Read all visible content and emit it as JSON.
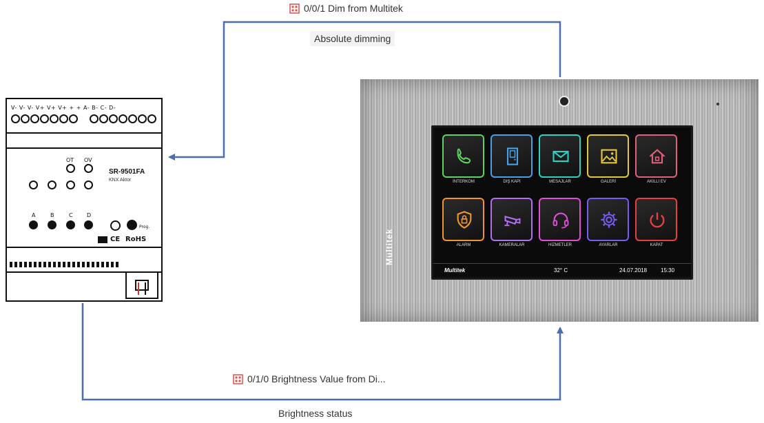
{
  "top_link": {
    "group_address": "0/0/1 Dim from Multitek",
    "function": "Absolute dimming"
  },
  "bottom_link": {
    "group_address": "0/1/0 Brightness Value from Di...",
    "function": "Brightness status"
  },
  "colors": {
    "arrow": "#4a6fae",
    "icon": "#d9534f"
  },
  "actuator": {
    "model": "SR-9501FA",
    "subtitle": "KNX Aktor",
    "top_terminals": "V- V- V- V+ V+ V+     +  +  A- B- C- D-",
    "led_labels": [
      "OT",
      "OV"
    ],
    "channel_labels": [
      "A",
      "B",
      "C",
      "D"
    ],
    "prog_label": "Prog.",
    "cert_label": "RoHS",
    "ce_label": "CE"
  },
  "panel": {
    "brand": "Multitek",
    "apps_row1": [
      {
        "label": "İNTERKOM",
        "icon": "phone-icon",
        "color": "#5fd35f"
      },
      {
        "label": "DIŞ KAPI",
        "icon": "door-icon",
        "color": "#4aa0e6"
      },
      {
        "label": "MESAJLAR",
        "icon": "envelope-icon",
        "color": "#2ed1c4"
      },
      {
        "label": "GALERİ",
        "icon": "image-icon",
        "color": "#e6c83a"
      },
      {
        "label": "AKILLI EV",
        "icon": "home-icon",
        "color": "#e0607e"
      }
    ],
    "apps_row2": [
      {
        "label": "ALARM",
        "icon": "shield-lock-icon",
        "color": "#f0962e"
      },
      {
        "label": "KAMERALAR",
        "icon": "camera-icon",
        "color": "#b070f0"
      },
      {
        "label": "HİZMETLER",
        "icon": "headset-icon",
        "color": "#e04fd8"
      },
      {
        "label": "AYARLAR",
        "icon": "gear-icon",
        "color": "#7a5cf0"
      },
      {
        "label": "KAPAT",
        "icon": "power-icon",
        "color": "#e84040"
      }
    ],
    "status_brand": "Multitek",
    "temperature": "32° C",
    "date": "24.07.2018",
    "time": "15:30"
  }
}
